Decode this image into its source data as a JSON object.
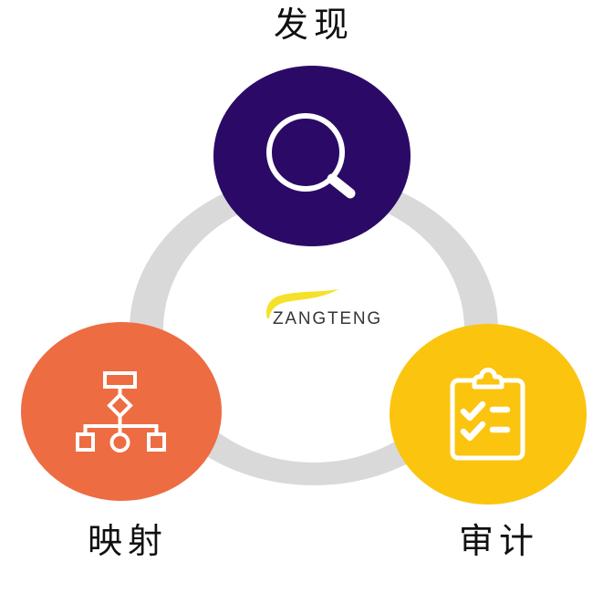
{
  "diagram": {
    "name": "three-step cycle diagram",
    "logo": {
      "text": "ZANGTENG"
    },
    "labels": {
      "discover": "发现",
      "mapping": "映射",
      "audit": "审计"
    },
    "nodes": [
      {
        "id": "discover",
        "label": "发现",
        "icon": "magnifier-icon",
        "color": "#2A0A66"
      },
      {
        "id": "mapping",
        "label": "映射",
        "icon": "flowchart-icon",
        "color": "#ED6C42"
      },
      {
        "id": "audit",
        "label": "审计",
        "icon": "clipboard-checklist-icon",
        "color": "#FBC40F"
      }
    ]
  },
  "colors": {
    "discover_circle": "#2A0A66",
    "mapping_circle": "#ED6C42",
    "audit_circle": "#FBC40F",
    "ring": "#D9D9D9",
    "icon_stroke": "#FFFFFF",
    "logo_swoosh": "#F5E127",
    "logo_text": "#363639",
    "label_text": "#101010",
    "background": "#FFFFFF"
  }
}
